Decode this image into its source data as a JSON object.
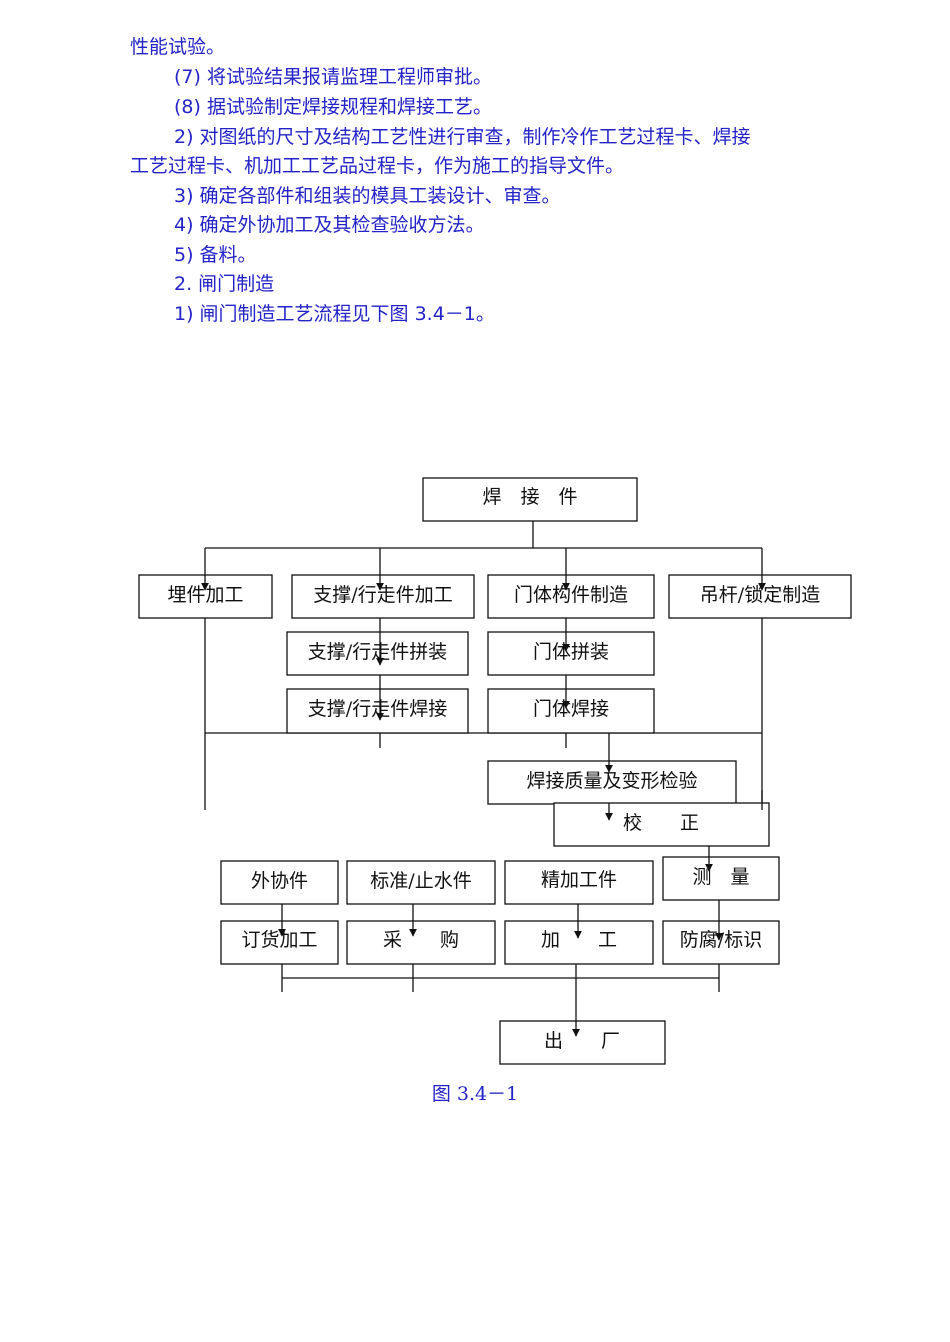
{
  "text": {
    "p1": "性能试验。",
    "p2": "(7) 将试验结果报请监理工程师审批。",
    "p3": "(8) 据试验制定焊接规程和焊接工艺。",
    "p4a": "2) 对图纸的尺寸及结构工艺性进行审查，制作冷作工艺过程卡、焊接",
    "p4b": "工艺过程卡、机加工工艺品过程卡，作为施工的指导文件。",
    "p5": "3) 确定各部件和组装的模具工装设计、审查。",
    "p6": "4) 确定外协加工及其检查验收方法。",
    "p7": "5) 备料。",
    "p8": "2. 闸门制造",
    "p9": "1) 闸门制造工艺流程见下图 3.4－1。"
  },
  "flowchart": {
    "weld_parts": "焊　接　件",
    "embed_machining": "埋件加工",
    "support_machining": "支撑/行走件加工",
    "door_member_making": "门体构件制造",
    "boom_lock_making": "吊杆/锁定制造",
    "support_assembly": "支撑/行走件拼装",
    "door_assembly": "门体拼装",
    "support_welding": "支撑/行走件焊接",
    "door_welding": "门体焊接",
    "weld_inspection": "焊接质量及变形检验",
    "correction": "校　　正",
    "outsourced": "外协件",
    "standard_seal": "标准/止水件",
    "finish_machined": "精加工件",
    "measure": "测　量",
    "order_machining": "订货加工",
    "purchase": "采　　购",
    "machining": "加　　工",
    "anticorrosion_mark": "防腐/标识",
    "ship_out": "出　　厂"
  },
  "caption": "图 3.4－1"
}
